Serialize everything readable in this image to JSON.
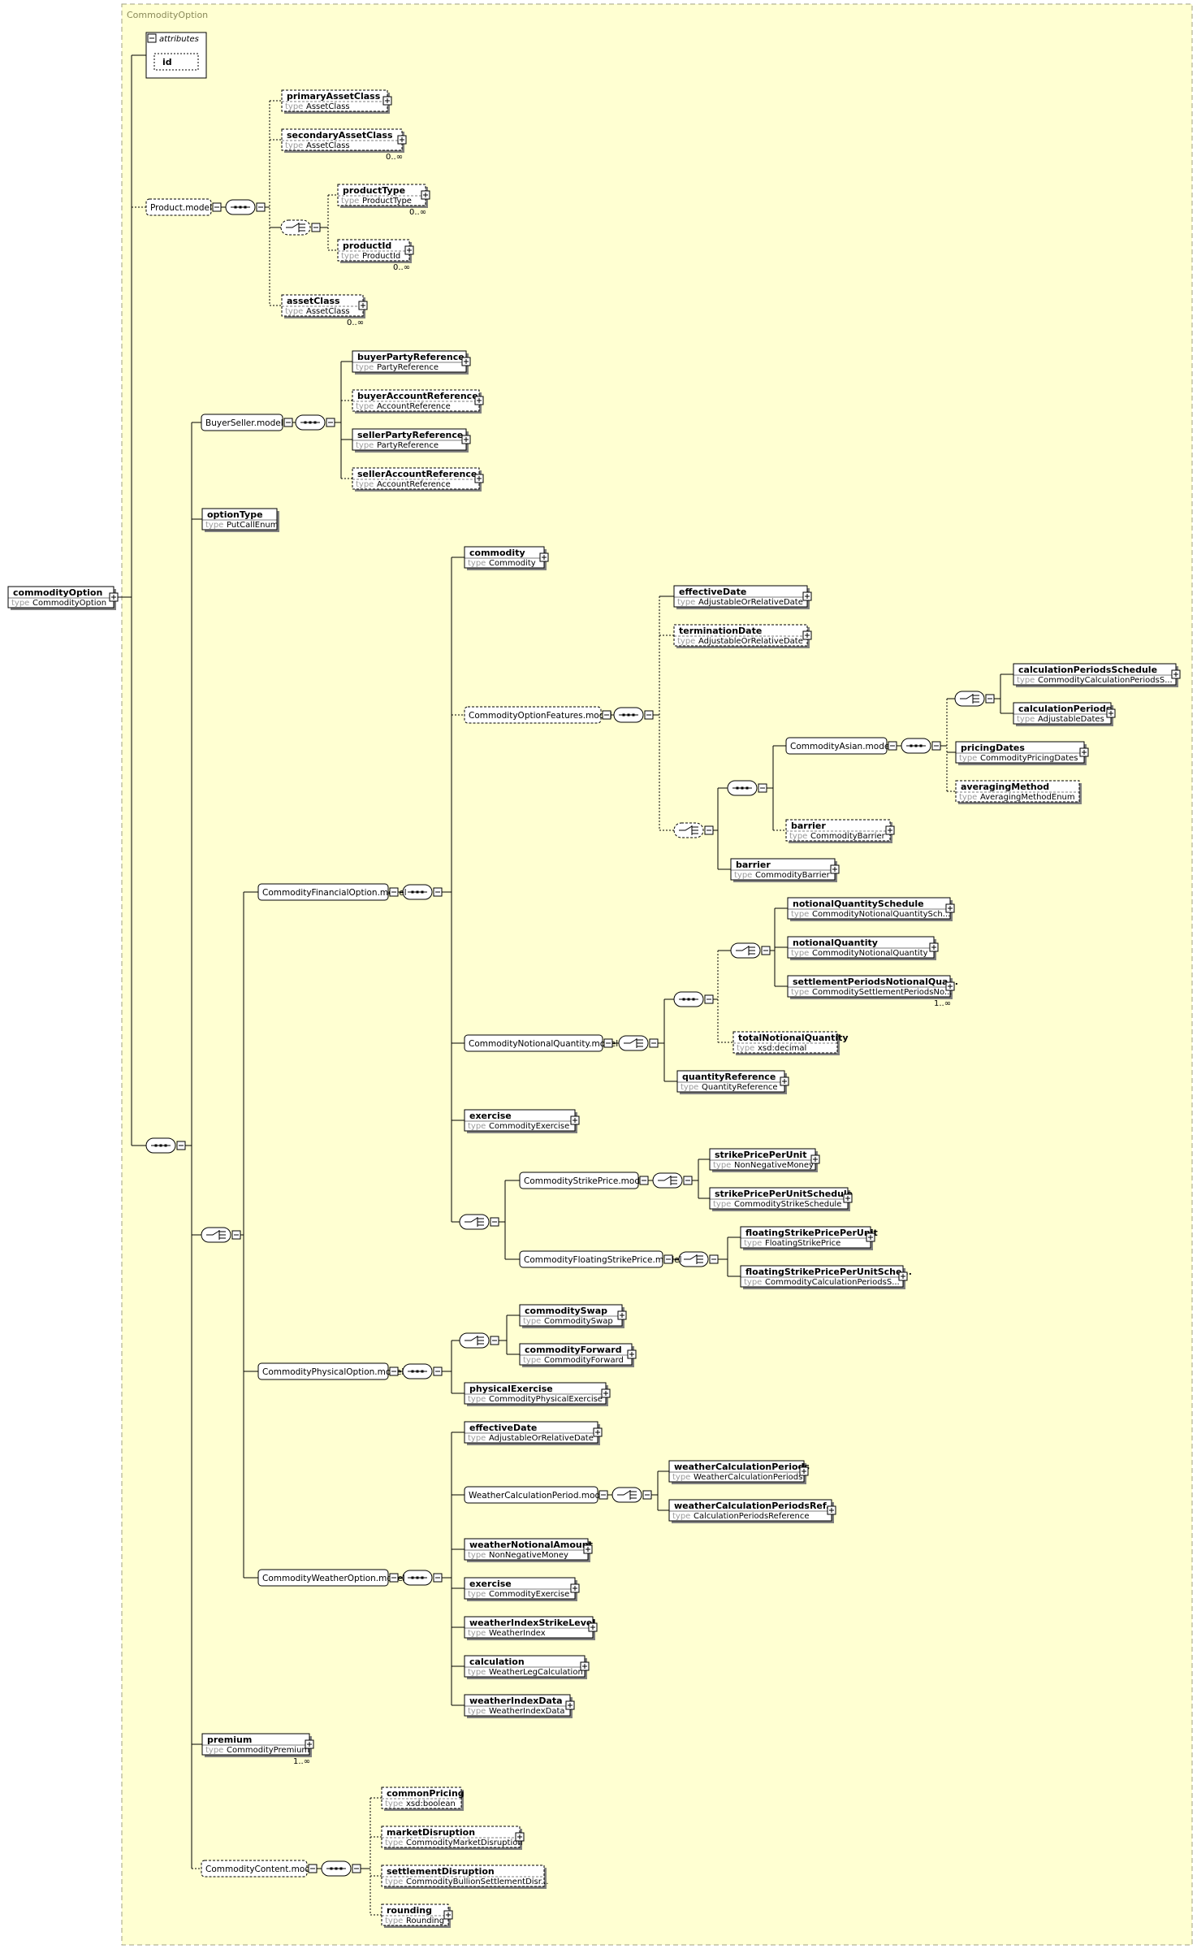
{
  "frame": {
    "title": "CommodityOption"
  },
  "root": {
    "name": "commodityOption",
    "type": "CommodityOption"
  },
  "type_keyword": "type",
  "attributes": {
    "title": "attributes",
    "items": [
      "id"
    ]
  },
  "groups": {
    "product_model": "Product.model",
    "buyerseller_model": "BuyerSeller.model",
    "financial_model": "CommodityFinancialOption.model",
    "features_model": "CommodityOptionFeatures.model",
    "asian_model": "CommodityAsian.model",
    "notional_model": "CommodityNotionalQuantity.model",
    "strike_model": "CommodityStrikePrice.model",
    "floating_model": "CommodityFloatingStrikePrice.model",
    "physical_model": "CommodityPhysicalOption.model",
    "weather_model": "CommodityWeatherOption.model",
    "weathercalc_model": "WeatherCalculationPeriod.model",
    "content_model": "CommodityContent.model"
  },
  "elements": [
    {
      "id": "primaryAssetClass",
      "name": "primaryAssetClass",
      "type": "AssetClass"
    },
    {
      "id": "secondaryAssetClass",
      "name": "secondaryAssetClass",
      "type": "AssetClass",
      "card": "0..∞"
    },
    {
      "id": "productType",
      "name": "productType",
      "type": "ProductType",
      "card": "0..∞"
    },
    {
      "id": "productId",
      "name": "productId",
      "type": "ProductId",
      "card": "0..∞"
    },
    {
      "id": "assetClass",
      "name": "assetClass",
      "type": "AssetClass",
      "card": "0..∞"
    },
    {
      "id": "buyerPartyReference",
      "name": "buyerPartyReference",
      "type": "PartyReference"
    },
    {
      "id": "buyerAccountReference",
      "name": "buyerAccountReference",
      "type": "AccountReference"
    },
    {
      "id": "sellerPartyReference",
      "name": "sellerPartyReference",
      "type": "PartyReference"
    },
    {
      "id": "sellerAccountReference",
      "name": "sellerAccountReference",
      "type": "AccountReference"
    },
    {
      "id": "optionType",
      "name": "optionType",
      "type": "PutCallEnum"
    },
    {
      "id": "commodity",
      "name": "commodity",
      "type": "Commodity"
    },
    {
      "id": "effectiveDate",
      "name": "effectiveDate",
      "type": "AdjustableOrRelativeDate"
    },
    {
      "id": "terminationDate",
      "name": "terminationDate",
      "type": "AdjustableOrRelativeDate"
    },
    {
      "id": "calculationPeriodsSchedule",
      "name": "calculationPeriodsSchedule",
      "type": "CommodityCalculationPeriodsS..."
    },
    {
      "id": "calculationPeriods",
      "name": "calculationPeriods",
      "type": "AdjustableDates"
    },
    {
      "id": "pricingDates",
      "name": "pricingDates",
      "type": "CommodityPricingDates"
    },
    {
      "id": "averagingMethod",
      "name": "averagingMethod",
      "type": "AveragingMethodEnum"
    },
    {
      "id": "barrierInner",
      "name": "barrier",
      "type": "CommodityBarrier"
    },
    {
      "id": "barrier",
      "name": "barrier",
      "type": "CommodityBarrier"
    },
    {
      "id": "notionalQuantitySchedule",
      "name": "notionalQuantitySchedule",
      "type": "CommodityNotionalQuantitySch..."
    },
    {
      "id": "notionalQuantity",
      "name": "notionalQuantity",
      "type": "CommodityNotionalQuantity"
    },
    {
      "id": "settlementPeriodsNotionalQua",
      "name": "settlementPeriodsNotionalQua...",
      "type": "CommoditySettlementPeriodsNo...",
      "card": "1..∞"
    },
    {
      "id": "totalNotionalQuantity",
      "name": "totalNotionalQuantity",
      "type": "xsd:decimal"
    },
    {
      "id": "quantityReference",
      "name": "quantityReference",
      "type": "QuantityReference"
    },
    {
      "id": "exercise",
      "name": "exercise",
      "type": "CommodityExercise"
    },
    {
      "id": "strikePricePerUnit",
      "name": "strikePricePerUnit",
      "type": "NonNegativeMoney"
    },
    {
      "id": "strikePricePerUnitSchedule",
      "name": "strikePricePerUnitSchedule",
      "type": "CommodityStrikeSchedule"
    },
    {
      "id": "floatingStrikePricePerUnit",
      "name": "floatingStrikePricePerUnit",
      "type": "FloatingStrikePrice"
    },
    {
      "id": "floatingStrikePricePerUnitSche",
      "name": "floatingStrikePricePerUnitSche...",
      "type": "CommodityCalculationPeriodsS..."
    },
    {
      "id": "commoditySwap",
      "name": "commoditySwap",
      "type": "CommoditySwap"
    },
    {
      "id": "commodityForward",
      "name": "commodityForward",
      "type": "CommodityForward"
    },
    {
      "id": "physicalExercise",
      "name": "physicalExercise",
      "type": "CommodityPhysicalExercise"
    },
    {
      "id": "effectiveDate2",
      "name": "effectiveDate",
      "type": "AdjustableOrRelativeDate"
    },
    {
      "id": "weatherCalculationPeriods",
      "name": "weatherCalculationPeriods",
      "type": "WeatherCalculationPeriods"
    },
    {
      "id": "weatherCalculationPeriodsRef",
      "name": "weatherCalculationPeriodsRef...",
      "type": "CalculationPeriodsReference"
    },
    {
      "id": "weatherNotionalAmount",
      "name": "weatherNotionalAmount",
      "type": "NonNegativeMoney"
    },
    {
      "id": "exercise2",
      "name": "exercise",
      "type": "CommodityExercise"
    },
    {
      "id": "weatherIndexStrikeLevel",
      "name": "weatherIndexStrikeLevel",
      "type": "WeatherIndex"
    },
    {
      "id": "calculation",
      "name": "calculation",
      "type": "WeatherLegCalculation"
    },
    {
      "id": "weatherIndexData",
      "name": "weatherIndexData",
      "type": "WeatherIndexData"
    },
    {
      "id": "premium",
      "name": "premium",
      "type": "CommodityPremium",
      "card": "1..∞"
    },
    {
      "id": "commonPricing",
      "name": "commonPricing",
      "type": "xsd:boolean"
    },
    {
      "id": "marketDisruption",
      "name": "marketDisruption",
      "type": "CommodityMarketDisruption"
    },
    {
      "id": "settlementDisruption",
      "name": "settlementDisruption",
      "type": "CommodityBullionSettlementDisr..."
    },
    {
      "id": "rounding",
      "name": "rounding",
      "type": "Rounding"
    }
  ],
  "colors": {
    "background": "#ffffd2",
    "border": "#a0a080",
    "line": "#000000",
    "box_fill": "#ffffff",
    "shadow": "#808080"
  }
}
